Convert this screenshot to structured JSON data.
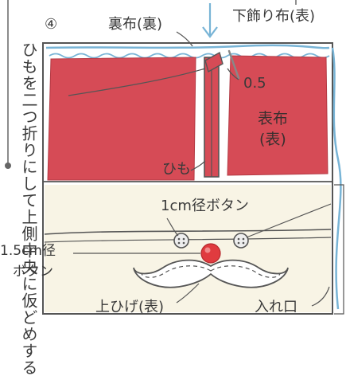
{
  "labels": {
    "step_number": "④",
    "step_text": "ひもを二つ折りにして上側中央に仮どめする",
    "lining": "裏布(裏)",
    "lower_trim": "下飾り布(表)",
    "seam_allowance": "0.5",
    "face_fabric_line1": "表布",
    "face_fabric_line2": "(表)",
    "string": "ひも",
    "button_1cm": "1cm径ボタン",
    "button_15_line1": "1.5cm径",
    "button_15_line2": "ボタン",
    "upper_mustache": "上ひげ(表)",
    "opening": "入れ口"
  },
  "colors": {
    "red_fabric": "#d64b56",
    "red_dark": "#c23a46",
    "outline": "#555555",
    "blue_edge": "#78b4d6",
    "cream": "#f3ecd5",
    "button_fill": "#eeeeee",
    "nose_red": "#e03b3f",
    "text": "#3a3a3a"
  },
  "icons": {
    "fold_arrow": "down-arrow-icon",
    "nose": "red-bead-icon"
  }
}
